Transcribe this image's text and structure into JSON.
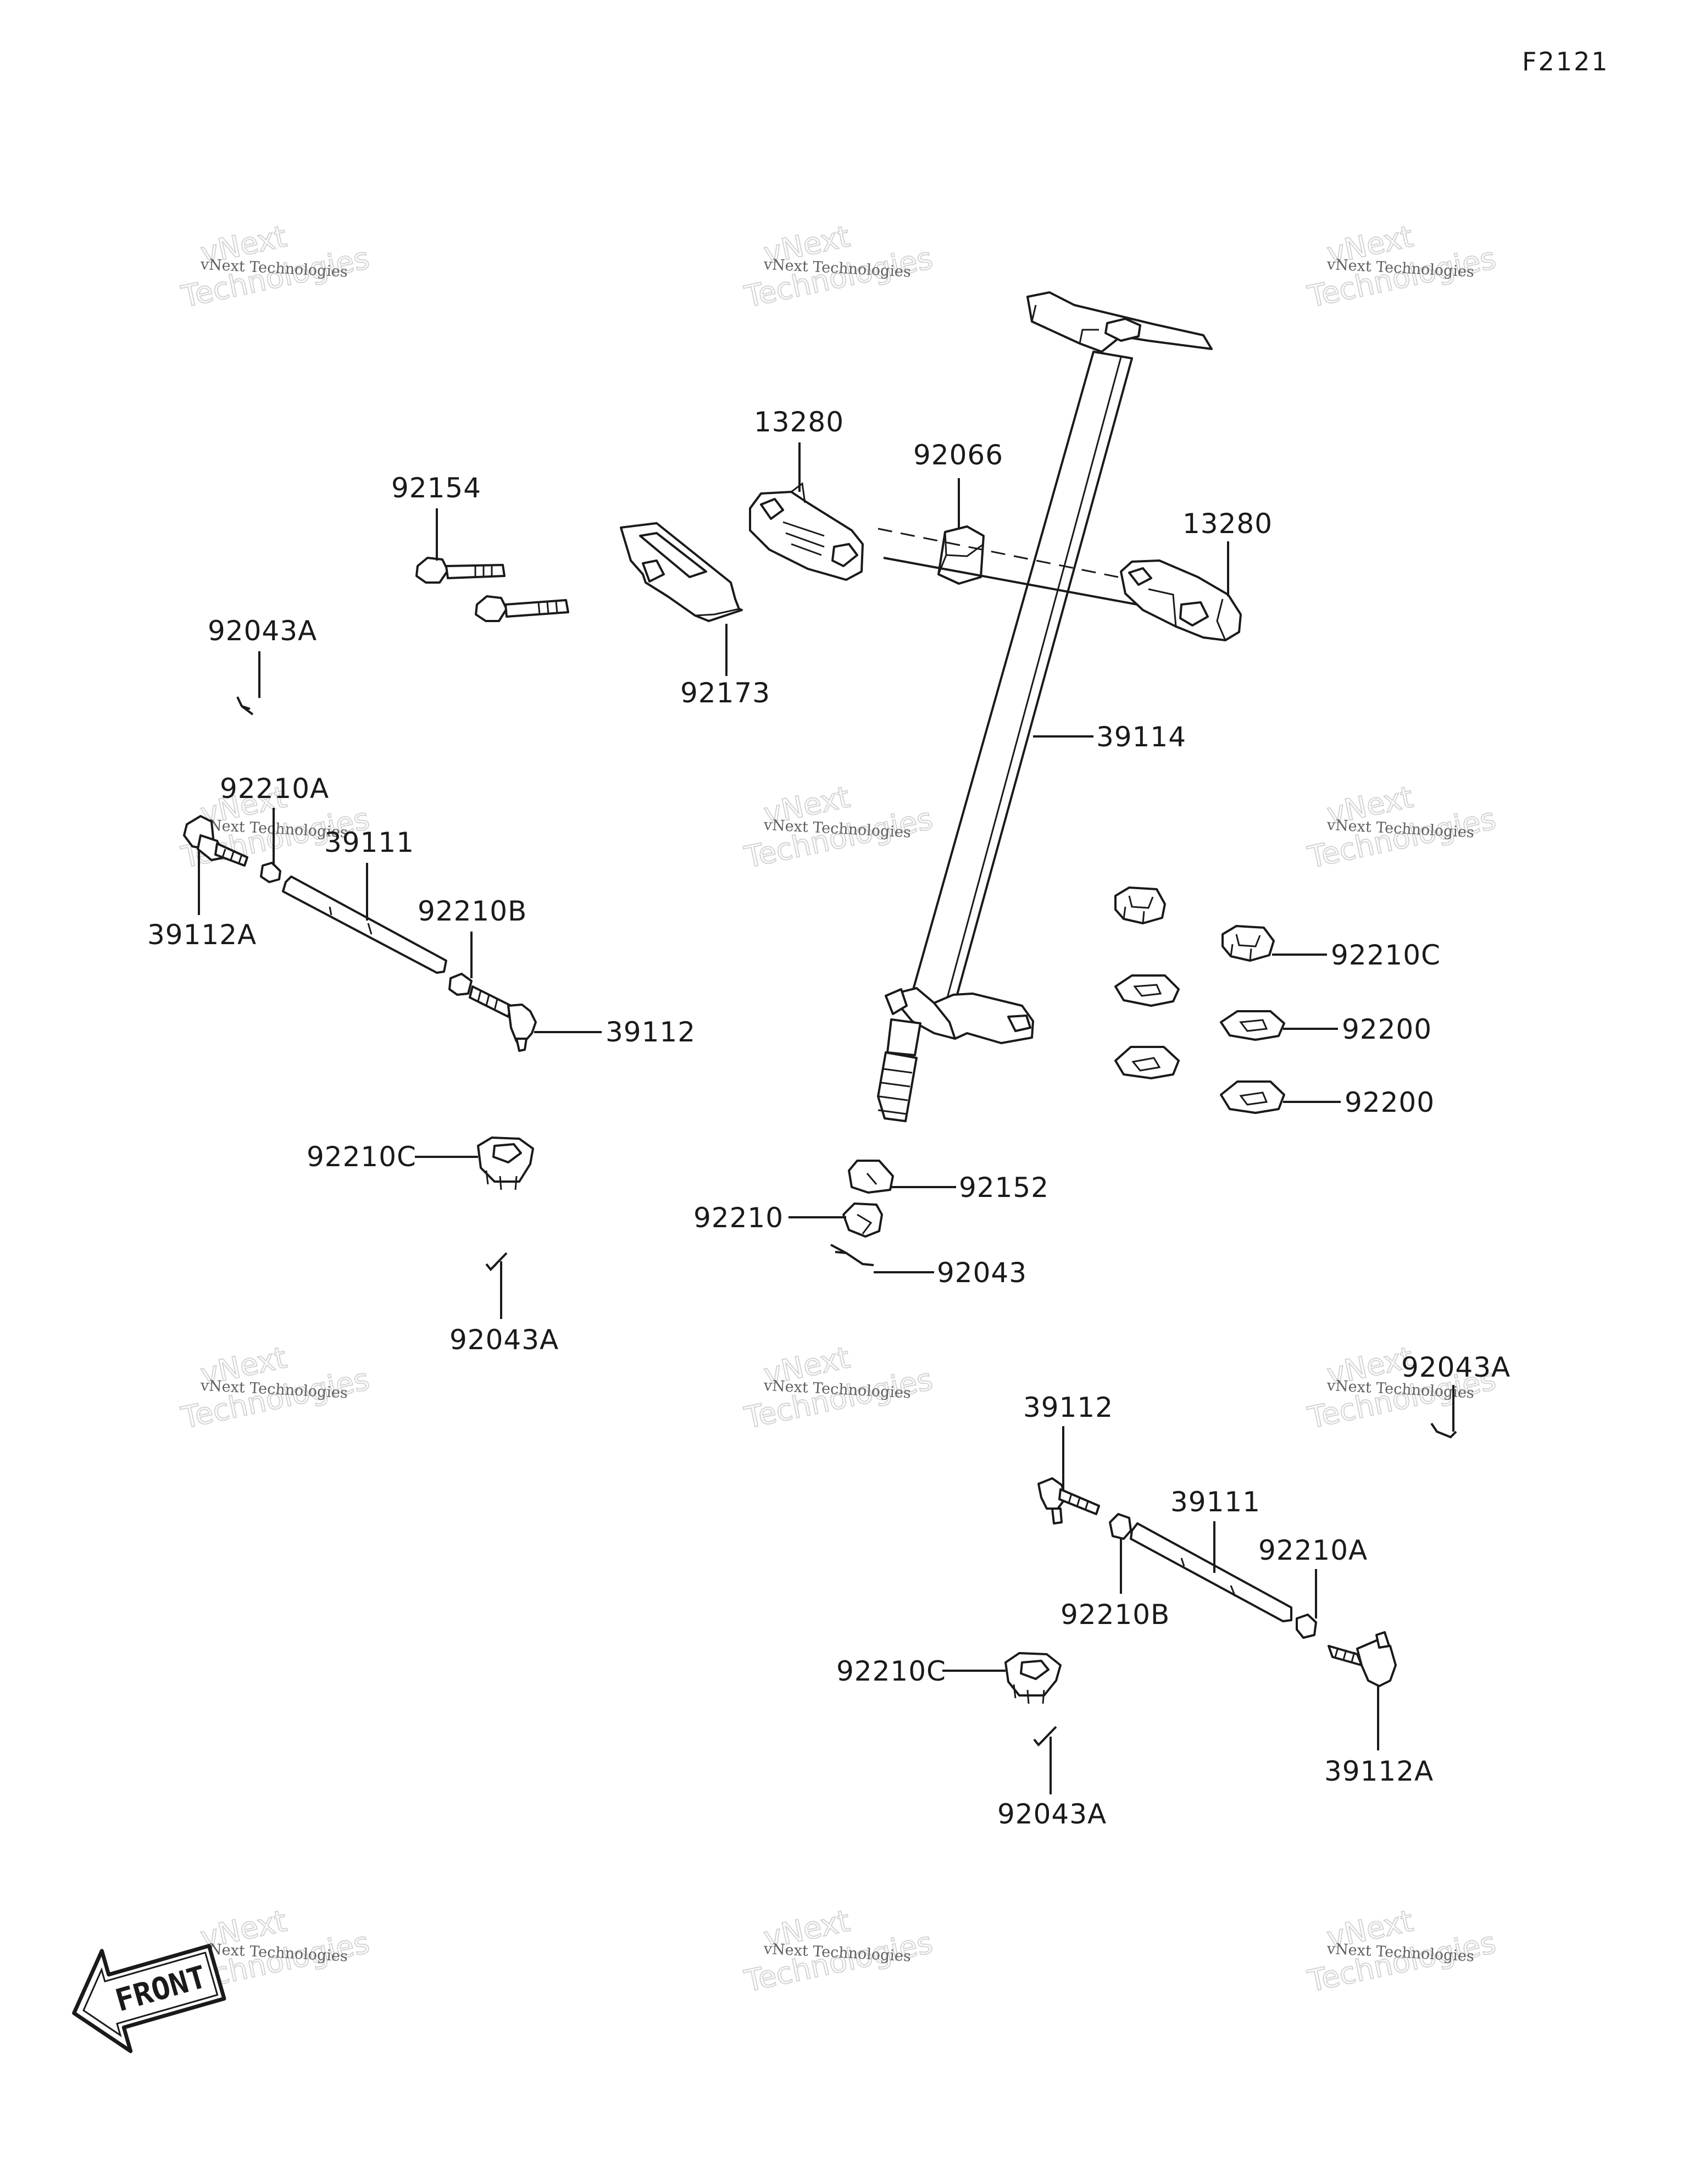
{
  "figure_id": "F2121",
  "front_label": "FRONT",
  "watermark": {
    "line1": "vNext Technologies",
    "line2": "vNext",
    "line3": "Technologies"
  },
  "callouts": {
    "c13280_left": "13280",
    "c92066": "92066",
    "c13280_right": "13280",
    "c92154": "92154",
    "c92043a_top": "92043A",
    "c92173": "92173",
    "c39114": "39114",
    "c92210a_left": "92210A",
    "c39111_left": "39111",
    "c39112a_left": "39112A",
    "c92210b_left": "92210B",
    "c39112_left": "39112",
    "c92210c_right": "92210C",
    "c92200_upper": "92200",
    "c92200_lower": "92200",
    "c92210c_left": "92210C",
    "c92152": "92152",
    "c92210": "92210",
    "c92043": "92043",
    "c92043a_mid": "92043A",
    "c92043a_right": "92043A",
    "c39112_right": "39112",
    "c39111_right": "39111",
    "c92210a_right": "92210A",
    "c92210b_right": "92210B",
    "c92210c_bottom": "92210C",
    "c39112a_right": "39112A",
    "c92043a_bottom": "92043A"
  }
}
